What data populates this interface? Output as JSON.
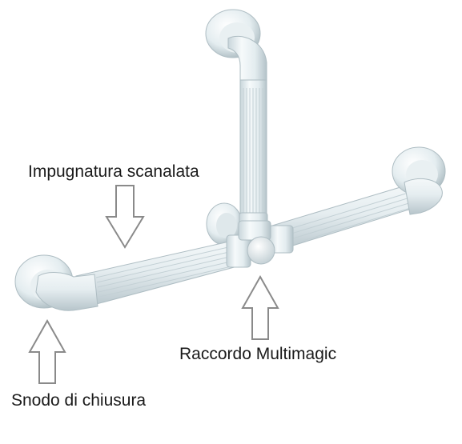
{
  "labels": {
    "grip": "Impugnatura scanalata",
    "fitting": "Raccordo Multimagic",
    "joint": "Snodo di chiusura"
  },
  "colors": {
    "bar": "#e6eff2",
    "bar_shadow": "#b9c7cc",
    "flutes": "#c3d0d5",
    "arrow_stroke": "#8a8a8a",
    "text": "#1a1a1a"
  },
  "parts": {
    "top_mount": "wall-rosette",
    "left_mount": "wall-rosette",
    "right_mount": "wall-rosette",
    "center_back_mount": "wall-rosette",
    "vertical_bar": "fluted-grip",
    "horizontal_bar": "fluted-grip",
    "center_fitting": "t-connector"
  }
}
